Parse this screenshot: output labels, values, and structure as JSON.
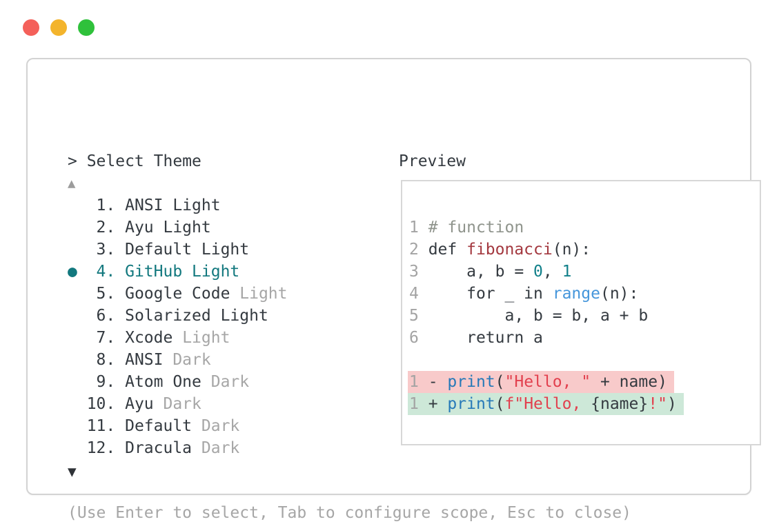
{
  "palette": {
    "text_dark": "#343a40",
    "text_muted": "#a6a6a6",
    "accent": "#12787e",
    "comment": "#8f948c",
    "func_red": "#a3383f",
    "number_teal": "#11808a",
    "builtin_blue": "#4596db",
    "call_blue": "#2679b8",
    "string_red": "#e2404e",
    "removed_bg": "#f8caca",
    "added_bg": "#cde8d8",
    "border": "#d3d3d3",
    "tl_red": "#f4605a",
    "tl_yellow": "#f3b42c",
    "tl_green": "#2fc13b"
  },
  "selector": {
    "prompt": "> Select Theme",
    "scroll_up_icon": "▲",
    "scroll_down_icon": "▼",
    "selected_marker": "●",
    "items": [
      {
        "number": "1",
        "name": "ANSI",
        "variant": "Light",
        "variant_muted": false,
        "selected": false
      },
      {
        "number": "2",
        "name": "Ayu",
        "variant": "Light",
        "variant_muted": false,
        "selected": false
      },
      {
        "number": "3",
        "name": "Default",
        "variant": "Light",
        "variant_muted": false,
        "selected": false
      },
      {
        "number": "4",
        "name": "GitHub",
        "variant": "Light",
        "variant_muted": false,
        "selected": true
      },
      {
        "number": "5",
        "name": "Google Code",
        "variant": "Light",
        "variant_muted": true,
        "selected": false
      },
      {
        "number": "6",
        "name": "Solarized",
        "variant": "Light",
        "variant_muted": false,
        "selected": false
      },
      {
        "number": "7",
        "name": "Xcode",
        "variant": "Light",
        "variant_muted": true,
        "selected": false
      },
      {
        "number": "8",
        "name": "ANSI",
        "variant": "Dark",
        "variant_muted": true,
        "selected": false
      },
      {
        "number": "9",
        "name": "Atom One",
        "variant": "Dark",
        "variant_muted": true,
        "selected": false
      },
      {
        "number": "10",
        "name": "Ayu",
        "variant": "Dark",
        "variant_muted": true,
        "selected": false
      },
      {
        "number": "11",
        "name": "Default",
        "variant": "Dark",
        "variant_muted": true,
        "selected": false
      },
      {
        "number": "12",
        "name": "Dracula",
        "variant": "Dark",
        "variant_muted": true,
        "selected": false
      }
    ],
    "hint": "(Use Enter to select, Tab to configure scope, Esc to close)"
  },
  "preview": {
    "title": "Preview",
    "lines": [
      {
        "no": "1",
        "diff": null,
        "tokens": [
          [
            "comment",
            "# function"
          ]
        ]
      },
      {
        "no": "2",
        "diff": null,
        "tokens": [
          [
            "plain",
            "def "
          ],
          [
            "func",
            "fibonacci"
          ],
          [
            "plain",
            "(n):"
          ]
        ]
      },
      {
        "no": "3",
        "diff": null,
        "tokens": [
          [
            "plain",
            "    a, b = "
          ],
          [
            "num",
            "0"
          ],
          [
            "plain",
            ", "
          ],
          [
            "num",
            "1"
          ]
        ]
      },
      {
        "no": "4",
        "diff": null,
        "tokens": [
          [
            "plain",
            "    for _ in "
          ],
          [
            "builtin",
            "range"
          ],
          [
            "plain",
            "(n):"
          ]
        ]
      },
      {
        "no": "5",
        "diff": null,
        "tokens": [
          [
            "plain",
            "        a, b = b, a + b"
          ]
        ]
      },
      {
        "no": "6",
        "diff": null,
        "tokens": [
          [
            "plain",
            "    return a"
          ]
        ]
      },
      {
        "no": "",
        "diff": null,
        "tokens": []
      },
      {
        "no": "1",
        "diff": "removed",
        "tokens": [
          [
            "plain",
            "- "
          ],
          [
            "call",
            "print"
          ],
          [
            "plain",
            "("
          ],
          [
            "string",
            "\"Hello, \""
          ],
          [
            "plain",
            " + name)"
          ]
        ]
      },
      {
        "no": "1",
        "diff": "added",
        "tokens": [
          [
            "plain",
            "+ "
          ],
          [
            "call",
            "print"
          ],
          [
            "plain",
            "("
          ],
          [
            "string",
            "f\"Hello, "
          ],
          [
            "plain",
            "{name}"
          ],
          [
            "string",
            "!\""
          ],
          [
            "plain",
            ")"
          ]
        ]
      }
    ]
  }
}
